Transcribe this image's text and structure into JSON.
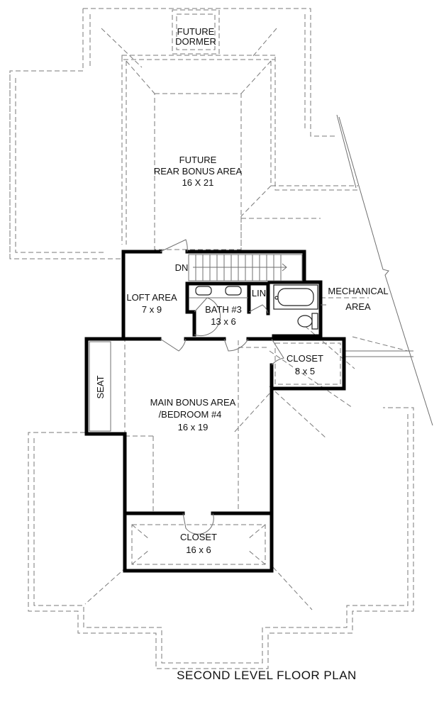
{
  "plan_title": "SECOND LEVEL FLOOR PLAN",
  "rooms": {
    "future_dormer": {
      "line1": "FUTURE",
      "line2": "DORMER"
    },
    "rear_bonus": {
      "line1": "FUTURE",
      "line2": "REAR BONUS AREA",
      "size": "16 X 21"
    },
    "stair": {
      "label": "DN"
    },
    "loft": {
      "name": "LOFT AREA",
      "size": "7 x 9"
    },
    "bath3": {
      "name": "BATH #3",
      "size": "13 x 6"
    },
    "lin": {
      "name": "LIN"
    },
    "mechanical": {
      "line1": "MECHANICAL",
      "line2": "AREA"
    },
    "closet_small": {
      "name": "CLOSET",
      "size": "8 x 5"
    },
    "seat": {
      "name": "SEAT"
    },
    "main_bonus": {
      "line1": "MAIN BONUS AREA",
      "line2": "/BEDROOM #4",
      "size": "16 x 19"
    },
    "closet_large": {
      "name": "CLOSET",
      "size": "16 x 6"
    }
  }
}
